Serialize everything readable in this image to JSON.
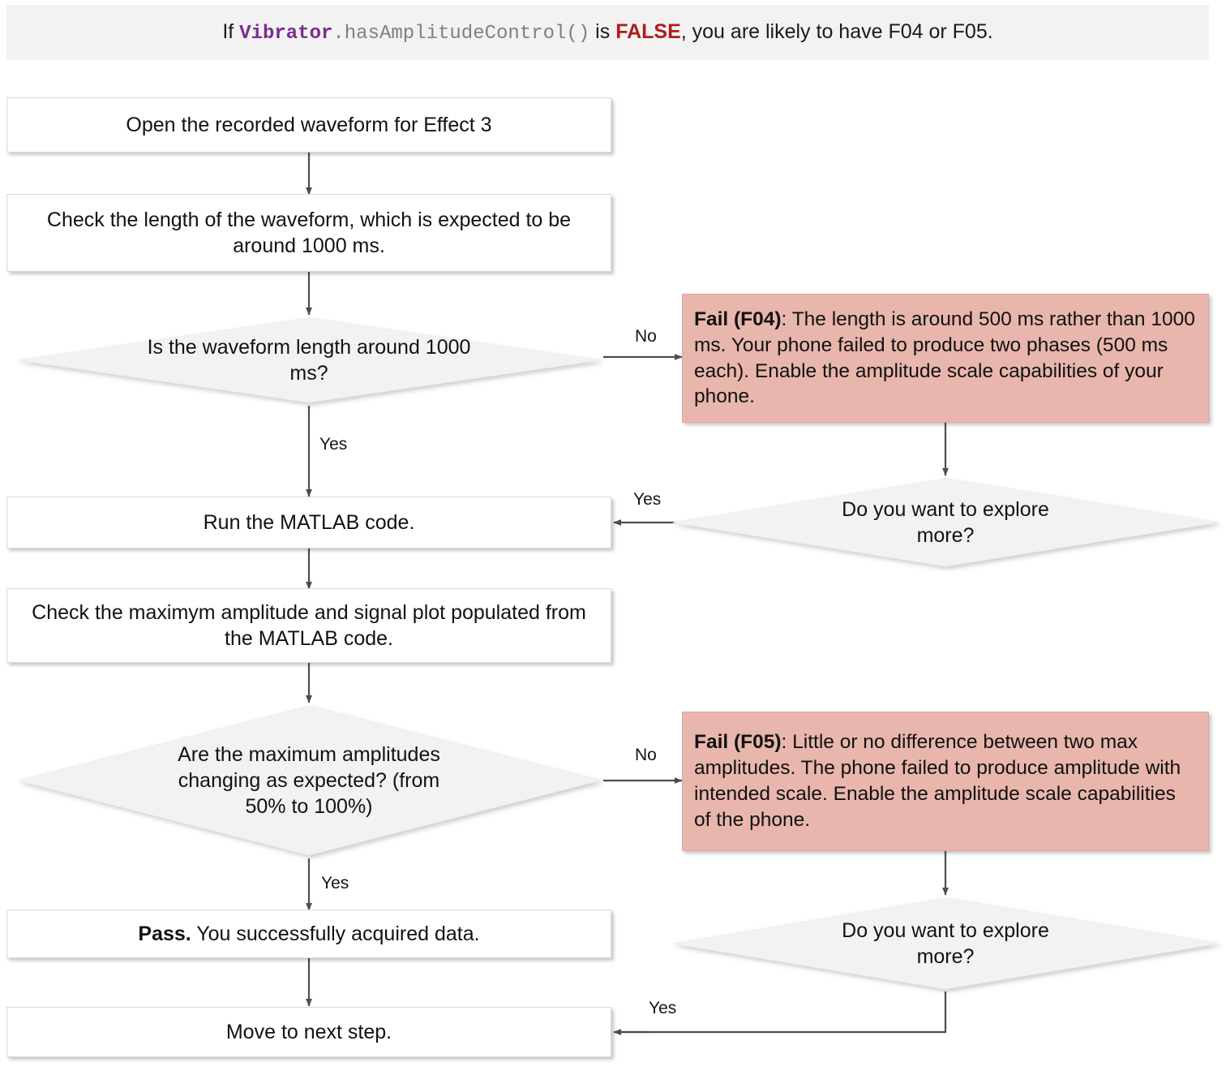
{
  "header": {
    "prefix": "If ",
    "code_class": "Vibrator",
    "code_method": ".hasAmplitudeControl()",
    "mid": " is ",
    "keyword": "FALSE",
    "suffix": ", you are likely to have F04 or F05.",
    "background": "#f2f2f2",
    "class_color": "#7b2d8e",
    "method_color": "#808080",
    "keyword_color": "#b01c1c"
  },
  "colors": {
    "process_fill": "#ffffff",
    "decision_fill": "#f2f2f2",
    "fail_fill": "#e8b6ac",
    "edge_stroke": "#4d4d4d",
    "text": "#121212"
  },
  "nodes": {
    "open_waveform": "Open the recorded waveform for Effect 3",
    "check_length": "Check the length of the waveform, which is expected to be around 1000 ms.",
    "decision_length": "Is the waveform length around 1000 ms?",
    "fail_f04_bold": "Fail (F04)",
    "fail_f04_rest": ": The length is around 500 ms rather than 1000 ms. Your phone failed to produce two phases (500 ms each). Enable the amplitude scale capabilities of your phone.",
    "explore_more_1": "Do you want to explore more?",
    "run_matlab": "Run the MATLAB code.",
    "check_amplitude": "Check the maximym amplitude and signal plot populated from the MATLAB code.",
    "decision_amplitude": "Are the maximum amplitudes changing as expected? (from 50% to 100%)",
    "fail_f05_bold": "Fail (F05)",
    "fail_f05_rest": ": Little or no difference between two max amplitudes. The phone failed to produce amplitude with intended scale. Enable the amplitude scale capabilities of the phone.",
    "explore_more_2": "Do you want to explore more?",
    "pass_bold": "Pass.",
    "pass_rest": " You successfully acquired data.",
    "move_next": "Move to next step."
  },
  "edge_labels": {
    "no_1": "No",
    "yes_length": "Yes",
    "yes_explore_1": "Yes",
    "no_2": "No",
    "yes_amplitude": "Yes",
    "yes_explore_2": "Yes"
  }
}
